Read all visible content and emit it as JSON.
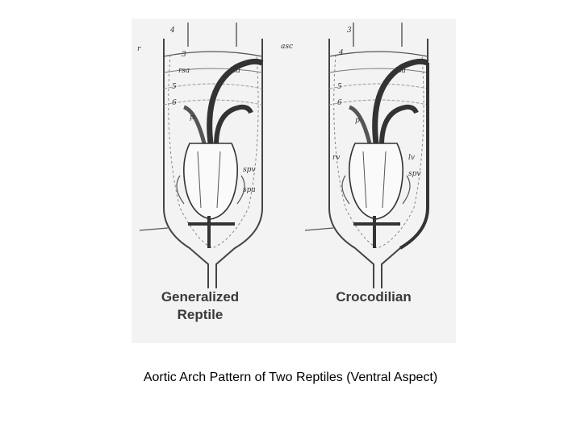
{
  "diagrams": [
    {
      "label_line1": "Generalized",
      "label_line2": "Reptile",
      "annotations": [
        "r",
        "3",
        "4",
        "rsa",
        "lsa",
        "5",
        "6",
        "p",
        "spv",
        "spa"
      ]
    },
    {
      "label_line1": "Crocodilian",
      "label_line2": "",
      "annotations": [
        "asc",
        "3",
        "4",
        "lsa",
        "5",
        "6",
        "p",
        "rv",
        "lv",
        "spv"
      ]
    }
  ],
  "caption": "Aortic Arch Pattern of Two Reptiles (Ventral Aspect)"
}
